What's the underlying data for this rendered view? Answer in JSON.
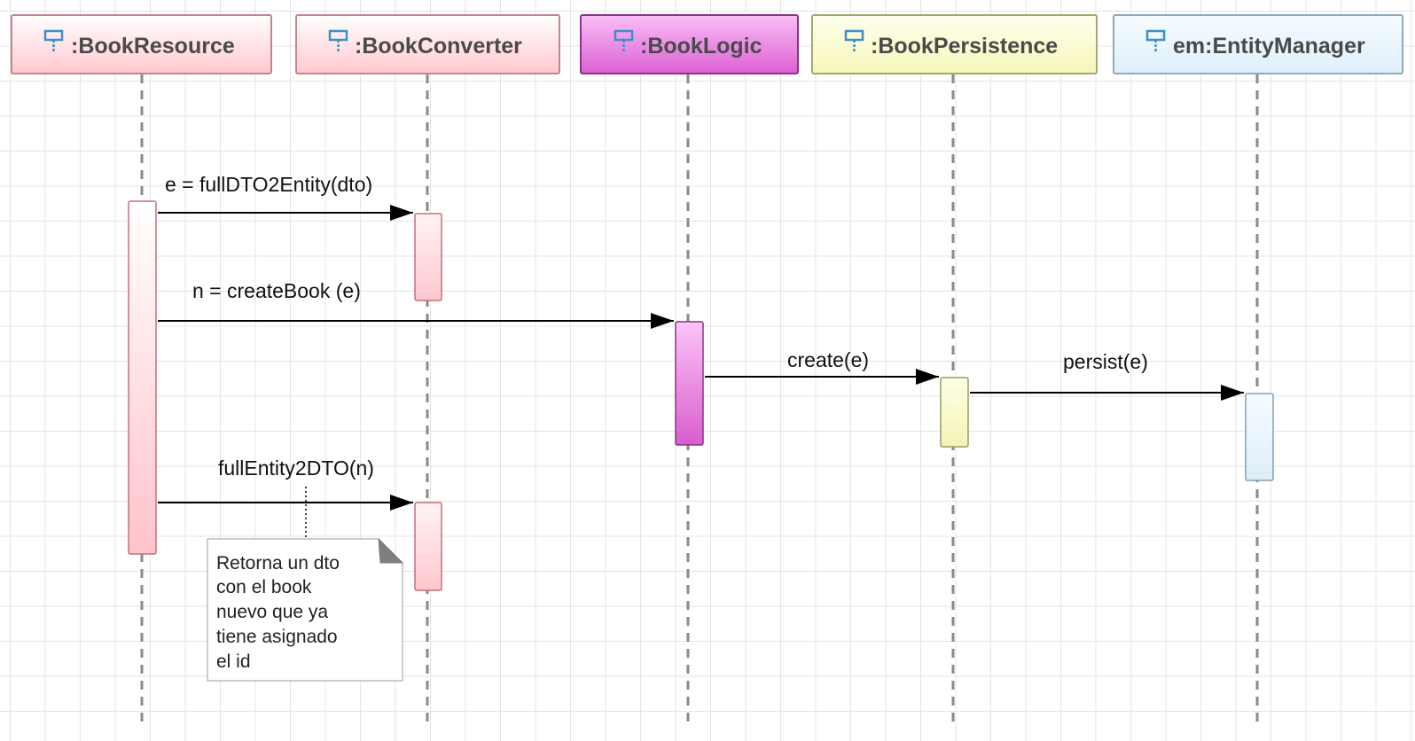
{
  "participants": [
    {
      "id": "book-resource",
      "label": ":BookResource",
      "color": "#ffd6da",
      "border": "#c87e86",
      "icon": "interface-icon"
    },
    {
      "id": "book-converter",
      "label": ":BookConverter",
      "color": "#ffd6da",
      "border": "#c87e86",
      "icon": "interface-icon"
    },
    {
      "id": "book-logic",
      "label": ":BookLogic",
      "color": "#e87be0",
      "border": "#8e3b88",
      "icon": "interface-icon"
    },
    {
      "id": "book-persistence",
      "label": ":BookPersistence",
      "color": "#fbfbc8",
      "border": "#a8a86e",
      "icon": "interface-icon"
    },
    {
      "id": "entity-manager",
      "label": "em:EntityManager",
      "color": "#e8f4fc",
      "border": "#8aa7b8",
      "icon": "interface-icon"
    }
  ],
  "messages": [
    {
      "label": "e = fullDTO2Entity(dto)",
      "from": "book-resource",
      "to": "book-converter"
    },
    {
      "label": "n = createBook (e)",
      "from": "book-resource",
      "to": "book-logic"
    },
    {
      "label": "create(e)",
      "from": "book-logic",
      "to": "book-persistence"
    },
    {
      "label": "persist(e)",
      "from": "book-persistence",
      "to": "entity-manager"
    },
    {
      "label": "fullEntity2DTO(n)",
      "from": "book-resource",
      "to": "book-converter"
    }
  ],
  "note": {
    "lines": [
      "Retorna un dto",
      "con el book",
      "nuevo que ya",
      "tiene asignado",
      "el id"
    ]
  }
}
